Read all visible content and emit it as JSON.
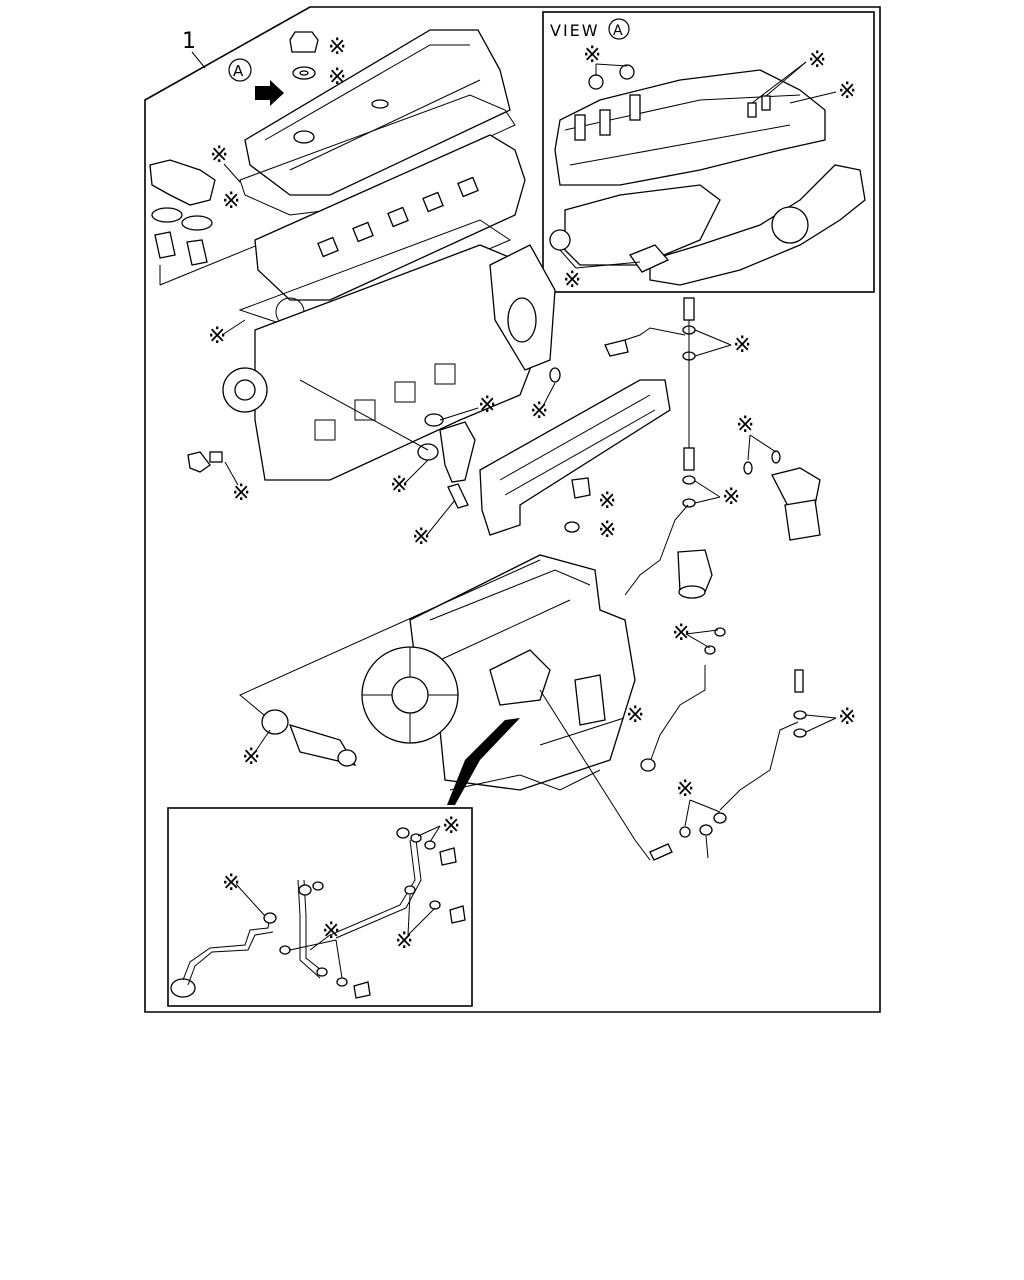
{
  "diagram": {
    "item_number": "1",
    "view_marker": "A",
    "view_title": "VIEW",
    "view_circle": "A",
    "kit_symbol": "※"
  }
}
